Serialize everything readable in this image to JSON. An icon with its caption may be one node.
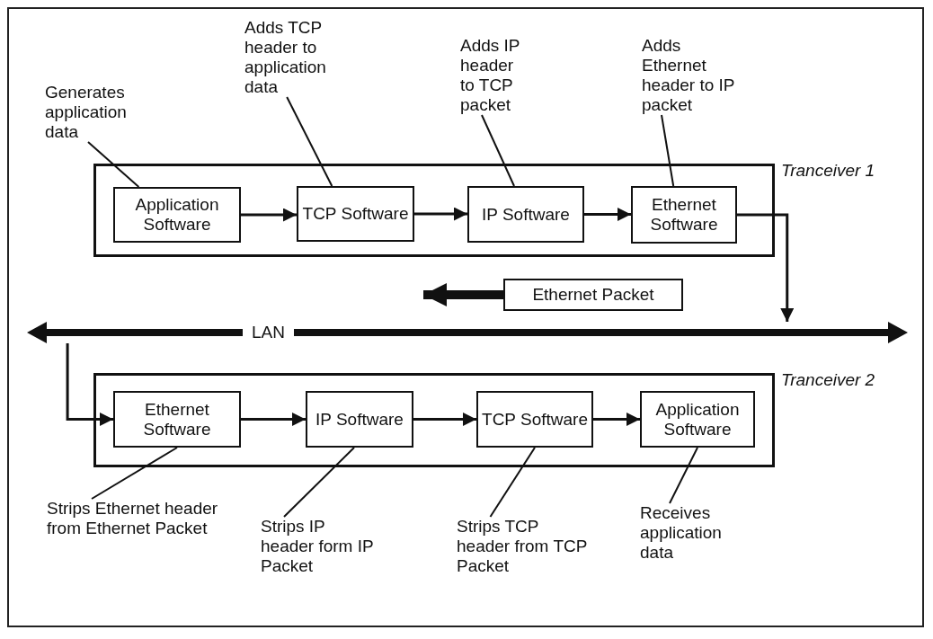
{
  "diagram": {
    "nodes": [
      {
        "text": [
          "Generates application data"
        ]
      },
      {
        "text": [
          "Adds TCP header to application data"
        ]
      },
      {
        "text": [
          "Adds IP header to TCP packet"
        ]
      },
      {
        "text": [
          "Adds Ethernet header to IP packet"
        ]
      },
      {
        "text": [
          "Tranceiver 1"
        ]
      },
      {
        "text": [
          "Application Software"
        ],
        "in": 4
      },
      {
        "text": [
          "TCP Software"
        ],
        "in": 4
      },
      {
        "text": [
          "IP Software"
        ],
        "in": 4
      },
      {
        "text": [
          "Ethernet Software"
        ],
        "in": 4
      },
      {
        "text": [
          "Ethernet Packet"
        ]
      },
      {
        "text": [
          "LAN"
        ]
      },
      {
        "text": [
          "Tranceiver 2"
        ]
      },
      {
        "text": [
          "Ethernet Software"
        ],
        "in": 11
      },
      {
        "text": [
          "IP Software"
        ],
        "in": 11
      },
      {
        "text": [
          "TCP Software"
        ],
        "in": 11
      },
      {
        "text": [
          "Application Software"
        ],
        "in": 11
      },
      {
        "text": [
          "Strips Ethernet header from Ethernet Packet"
        ]
      },
      {
        "text": [
          "Strips IP header form IP Packet"
        ]
      },
      {
        "text": [
          "Strips TCP header from TCP Packet"
        ]
      },
      {
        "text": [
          "Receives application data"
        ]
      }
    ],
    "edges": [
      {
        "from": 0,
        "to": 5,
        "arrow": "none"
      },
      {
        "from": 1,
        "to": 6,
        "arrow": "none"
      },
      {
        "from": 2,
        "to": 7,
        "arrow": "none"
      },
      {
        "from": 3,
        "to": 8,
        "arrow": "none"
      },
      {
        "from": 5,
        "to": 6,
        "arrow": "to"
      },
      {
        "from": 6,
        "to": 7,
        "arrow": "to"
      },
      {
        "from": 7,
        "to": 8,
        "arrow": "to"
      },
      {
        "from": 8,
        "to": 10,
        "arrow": "to"
      },
      {
        "from": 10,
        "to": 12,
        "arrow": "to"
      },
      {
        "from": 12,
        "to": 13,
        "arrow": "to"
      },
      {
        "from": 13,
        "to": 14,
        "arrow": "to"
      },
      {
        "from": 14,
        "to": 15,
        "arrow": "to"
      },
      {
        "from": 16,
        "to": 12,
        "arrow": "none"
      },
      {
        "from": 17,
        "to": 13,
        "arrow": "none"
      },
      {
        "from": 18,
        "to": 14,
        "arrow": "none"
      },
      {
        "from": 19,
        "to": 15,
        "arrow": "none"
      },
      {
        "from": 9,
        "to": 10,
        "arrow": "to",
        "style": "thick"
      }
    ]
  }
}
